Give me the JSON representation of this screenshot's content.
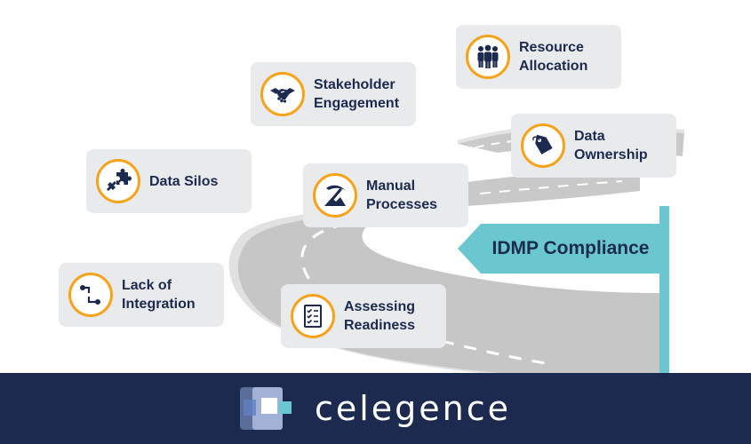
{
  "diagram": {
    "title": "IDMP Compliance",
    "brand": "celegence",
    "colors": {
      "card_bg": "#e9eaec",
      "badge_ring": "#f5a31a",
      "text_navy": "#1b2a4e",
      "sign_teal": "#6ac7cf",
      "footer_bg": "#1b2a4e"
    },
    "steps": [
      {
        "label": "Resource\nAllocation",
        "icon": "team-icon"
      },
      {
        "label": "Stakeholder\nEngagement",
        "icon": "handshake-icon"
      },
      {
        "label": "Data\nOwnership",
        "icon": "tag-icon"
      },
      {
        "label": "Data Silos",
        "icon": "puzzle-icon"
      },
      {
        "label": "Manual\nProcesses",
        "icon": "pickaxe-icon"
      },
      {
        "label": "Lack of\nIntegration",
        "icon": "connection-icon"
      },
      {
        "label": "Assessing\nReadiness",
        "icon": "checklist-icon"
      }
    ]
  }
}
